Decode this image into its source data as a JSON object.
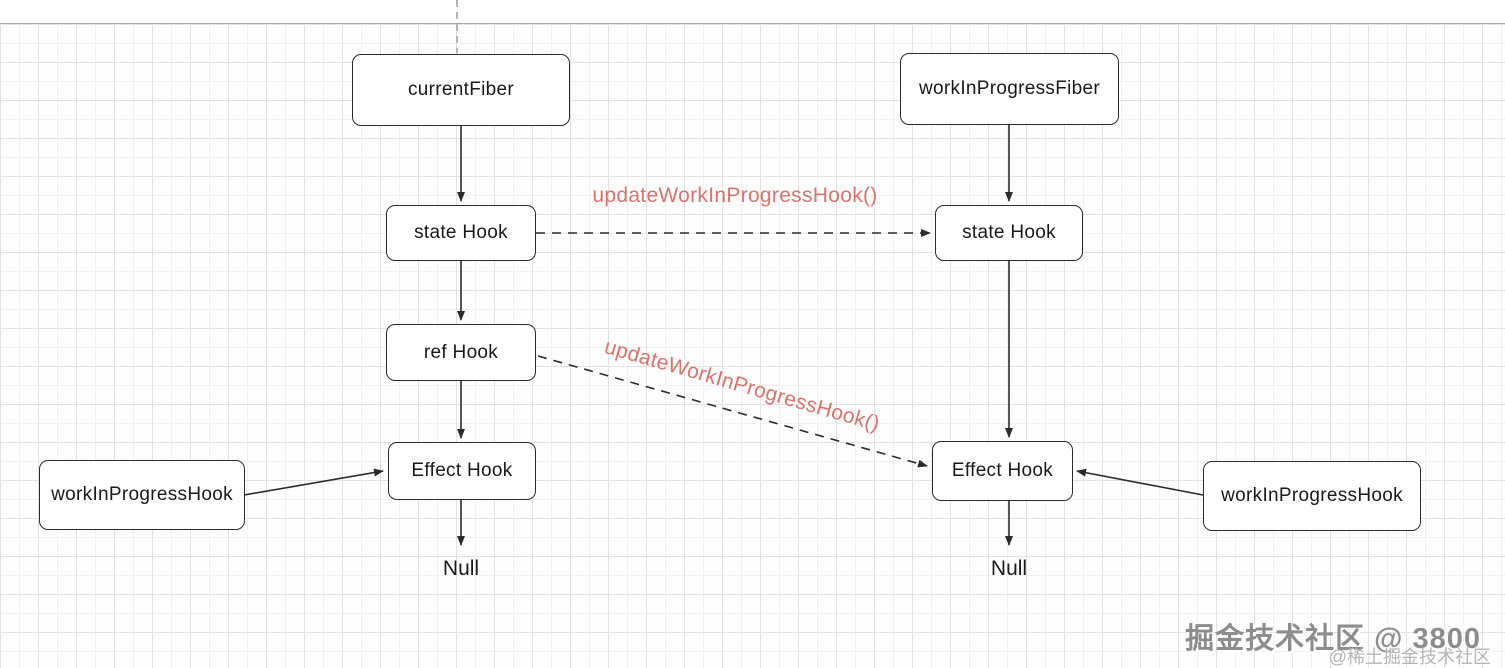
{
  "diagram": {
    "nodes": {
      "current_fiber": "currentFiber",
      "work_in_progress_fiber": "workInProgressFiber",
      "state_hook_left": "state Hook",
      "ref_hook_left": "ref Hook",
      "effect_hook_left": "Effect Hook",
      "state_hook_right": "state Hook",
      "effect_hook_right": "Effect Hook",
      "work_in_progress_hook_left": "workInProgressHook",
      "work_in_progress_hook_right": "workInProgressHook",
      "null_left": "Null",
      "null_right": "Null"
    },
    "edge_labels": {
      "update_hook_top": "updateWorkInProgressHook()",
      "update_hook_diagonal": "updateWorkInProgressHook()"
    },
    "colors": {
      "edge_label_text": "#d9736d",
      "node_border": "#2b2b2b",
      "arrow": "#2b2b2b",
      "guide_dash": "#b5b5b5"
    }
  },
  "watermark": {
    "primary": "掘金技术社区 @ 3800",
    "secondary": "@稀土掘金技术社区"
  }
}
